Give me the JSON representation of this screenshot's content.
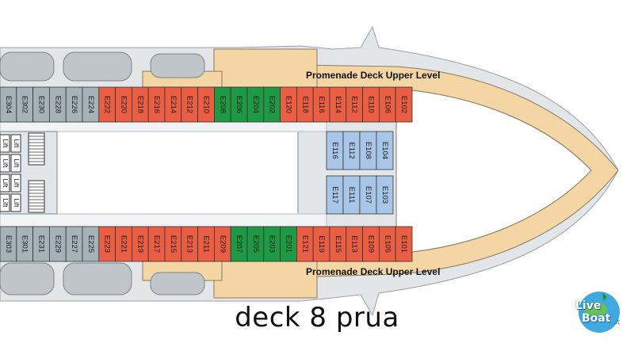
{
  "colors": {
    "inside_cabin": "#ea5f43",
    "outside_cabin": "#a8c7e8",
    "balcony_grey": "#a5b2b7",
    "suite_green": "#1e9a45",
    "promenade_wood": "#f4d5a4",
    "hull": "#d9dde0"
  },
  "promenade": {
    "top_label": "Promenade Deck Upper Level",
    "bottom_label": "Promenade Deck Upper Level"
  },
  "cabins": {
    "top_row": [
      "E304",
      "E302",
      "E230",
      "E228",
      "E226",
      "E224",
      "E222",
      "E220",
      "E218",
      "E216",
      "E214",
      "E212",
      "E210",
      "E208",
      "E206",
      "E204",
      "E202",
      "E120",
      "E118",
      "E116",
      "E114",
      "E112",
      "E110",
      "E106",
      "E102"
    ],
    "bottom_row": [
      "E303",
      "E301",
      "E231",
      "E229",
      "E227",
      "E225",
      "E223",
      "E221",
      "E219",
      "E217",
      "E215",
      "E213",
      "E211",
      "E209",
      "E207",
      "E205",
      "E203",
      "E201",
      "E121",
      "E119",
      "E115",
      "E113",
      "E109",
      "E105",
      "E101"
    ],
    "fwd_upper": [
      "E116",
      "E112",
      "E108",
      "E104"
    ],
    "fwd_lower": [
      "E117",
      "E111",
      "E107",
      "E103"
    ]
  },
  "lifts": [
    "Lift",
    "Lift",
    "Lift",
    "Lift",
    "Lift",
    "Lift",
    "Lift",
    "Lift"
  ],
  "caption": "deck 8 prua",
  "logo": {
    "line1": "Live",
    "line2": "Boat",
    "suffix": ".it"
  }
}
